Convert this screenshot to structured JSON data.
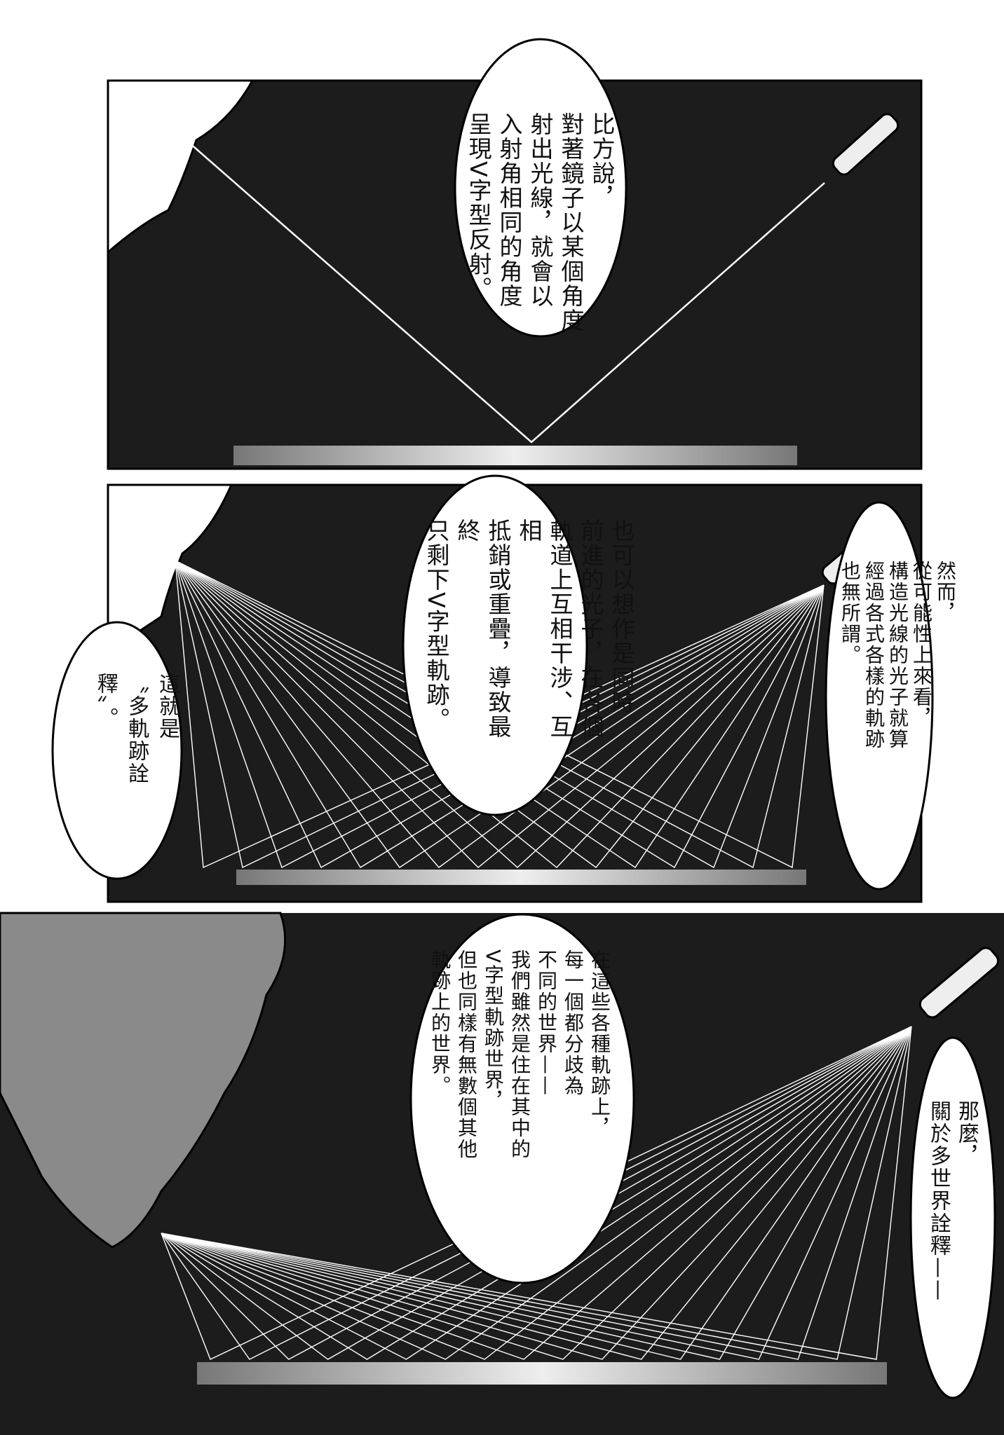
{
  "panels": [
    {
      "bubbles": [
        {
          "text": "比方說，\n對著鏡子以某個角度\n射出光線，就會以\n入射角相同的角度\n呈現V字型反射。"
        }
      ]
    },
    {
      "bubbles": [
        {
          "text": "也可以想作是同時\n前進的光子，在各個\n軌道上互相干涉、互相\n抵銷或重疊，導致最終\n只剩下V字型軌跡。"
        },
        {
          "text": "這就是\n〝多軌跡詮釋〞。"
        },
        {
          "text": "然而，\n從可能性上來看，\n構造光線的光子就算\n經過各式各樣的軌跡\n也無所謂。"
        }
      ]
    },
    {
      "bubbles": [
        {
          "text": "在這些各種軌跡上，\n每一個都分歧為\n不同的世界——\n我們雖然是住在其中的\nV字型軌跡世界，\n但也同樣有無數個其他\n軌跡上的世界。"
        },
        {
          "text": "那麼，\n關於多世界詮釋——"
        }
      ]
    }
  ],
  "colors": {
    "panel_bg": "#1c1c1c",
    "bubble": "#ffffff",
    "face_tone": "#8a8a8a"
  }
}
